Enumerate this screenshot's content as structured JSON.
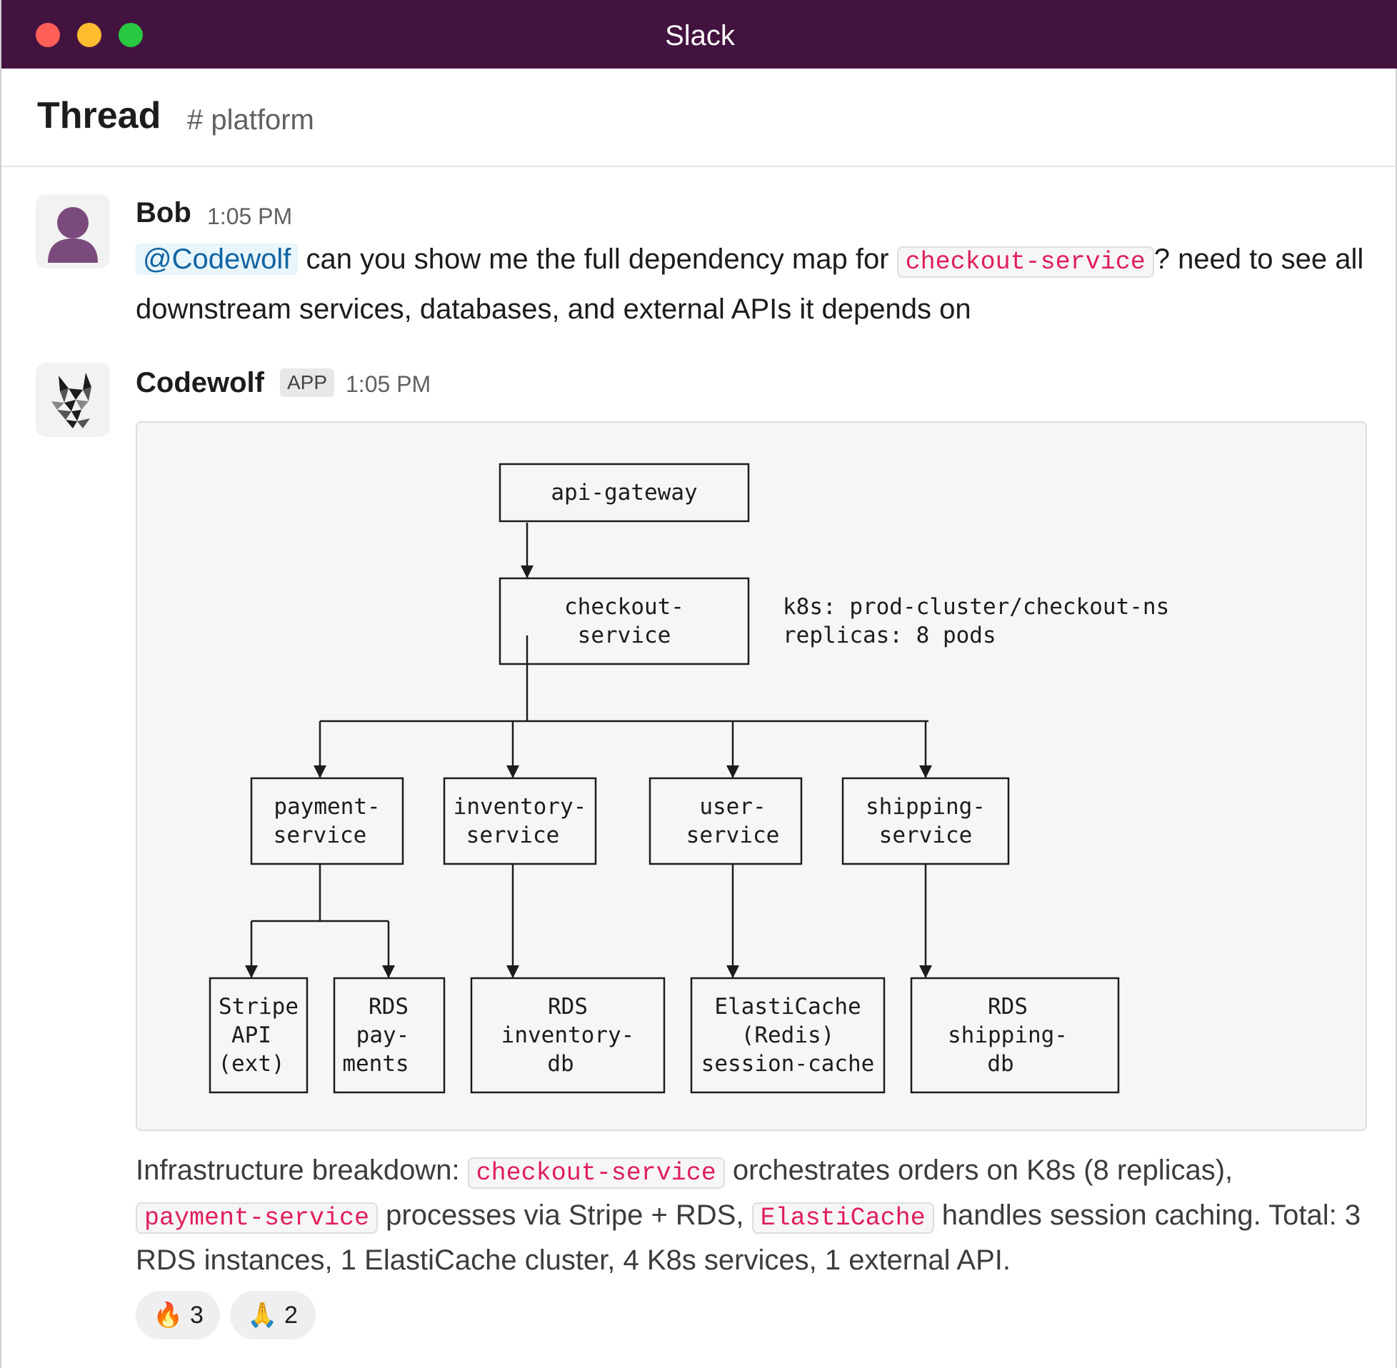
{
  "window": {
    "app_title": "Slack"
  },
  "thread": {
    "title": "Thread",
    "channel": "# platform"
  },
  "messages": [
    {
      "author": "Bob",
      "time": "1:05 PM",
      "mention": "@Codewolf",
      "text_before_code": " can you show me the full dependency map for ",
      "code": "checkout-service",
      "text_after_code": "? need to see all downstream services, databases, and external APIs it depends on"
    },
    {
      "author": "Codewolf",
      "badge": "APP",
      "time": "1:05 PM"
    }
  ],
  "diagram": {
    "top": "api-gateway",
    "center": [
      "checkout-",
      "service"
    ],
    "notes": [
      "k8s: prod-cluster/checkout-ns",
      "replicas: 8 pods"
    ],
    "services": [
      [
        "payment-",
        "service"
      ],
      [
        "inventory-",
        "service"
      ],
      [
        "user-",
        "service"
      ],
      [
        "shipping-",
        "service"
      ]
    ],
    "resources": [
      [
        "Stripe",
        "API",
        "(ext)"
      ],
      [
        "RDS",
        "pay-",
        "ments"
      ],
      [
        "RDS",
        "inventory-",
        "db"
      ],
      [
        "ElastiCache",
        "(Redis)",
        "session-cache"
      ],
      [
        "RDS",
        "shipping-",
        "db"
      ]
    ]
  },
  "summary": {
    "p1": "Infrastructure breakdown: ",
    "c1": "checkout-service",
    "p2": " orchestrates orders on K8s (8 replicas), ",
    "c2": "payment-service",
    "p3": " processes via Stripe + RDS, ",
    "c3": "ElastiCache",
    "p4": " handles session caching. Total: 3 RDS instances, 1 ElastiCache cluster, 4 K8s services, 1 external API."
  },
  "reactions": [
    {
      "emoji": "🔥",
      "count": "3"
    },
    {
      "emoji": "🙏",
      "count": "2"
    }
  ]
}
